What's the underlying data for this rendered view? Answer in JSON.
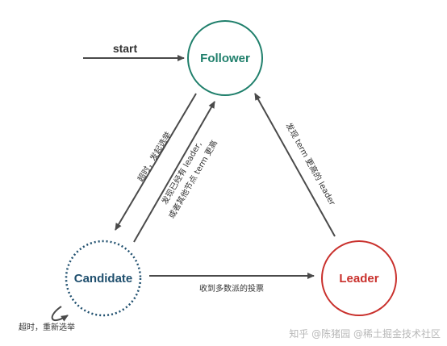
{
  "colors": {
    "follower": "#1f7f6b",
    "candidate": "#1f4f6e",
    "leader": "#c9302c",
    "edge": "#4a4a4a"
  },
  "nodes": {
    "follower": "Follower",
    "candidate": "Candidate",
    "leader": "Leader"
  },
  "edges": {
    "start": "start",
    "timeout_start_election": "超时，发起选举",
    "found_leader_line1": "发现已经有 leader,",
    "found_leader_line2": "或者其他节点 term 更高",
    "majority_votes": "收到多数派的投票",
    "leader_found_higher_term": "发现 term 更高的 leader",
    "timeout_reelect": "超时，重新选举"
  },
  "watermark": "知乎 @陈猪园 @稀土掘金技术社区"
}
